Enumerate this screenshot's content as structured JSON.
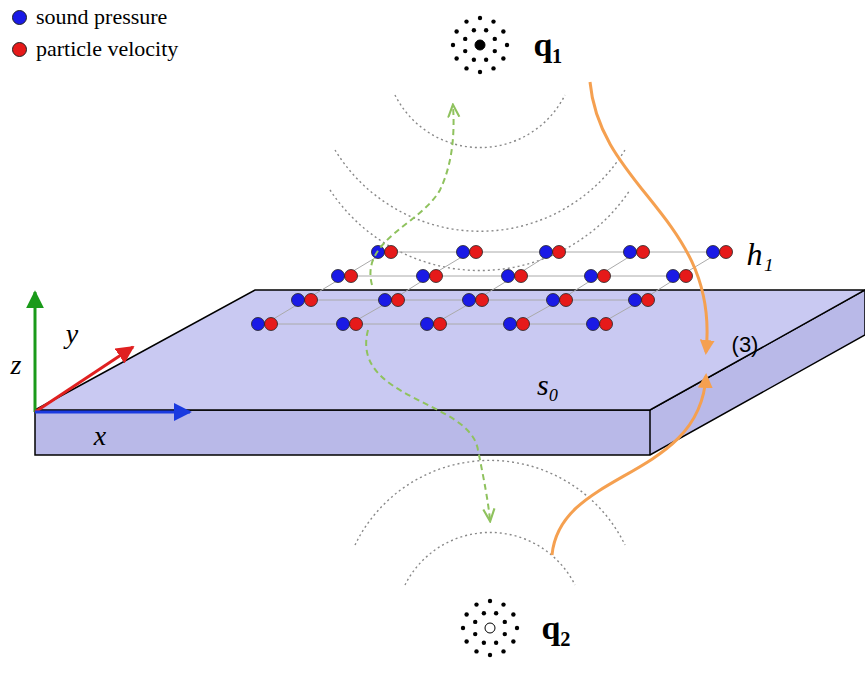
{
  "diagram": {
    "labels": [
      "q₁",
      "h₁",
      "(3)",
      "s₀",
      "z",
      "y",
      "x",
      "q₂"
    ],
    "legend": [
      {
        "text": "sound pressure",
        "color": "#1a1ae6"
      },
      {
        "text": "particle velocity",
        "color": "#e61a1a"
      }
    ]
  }
}
